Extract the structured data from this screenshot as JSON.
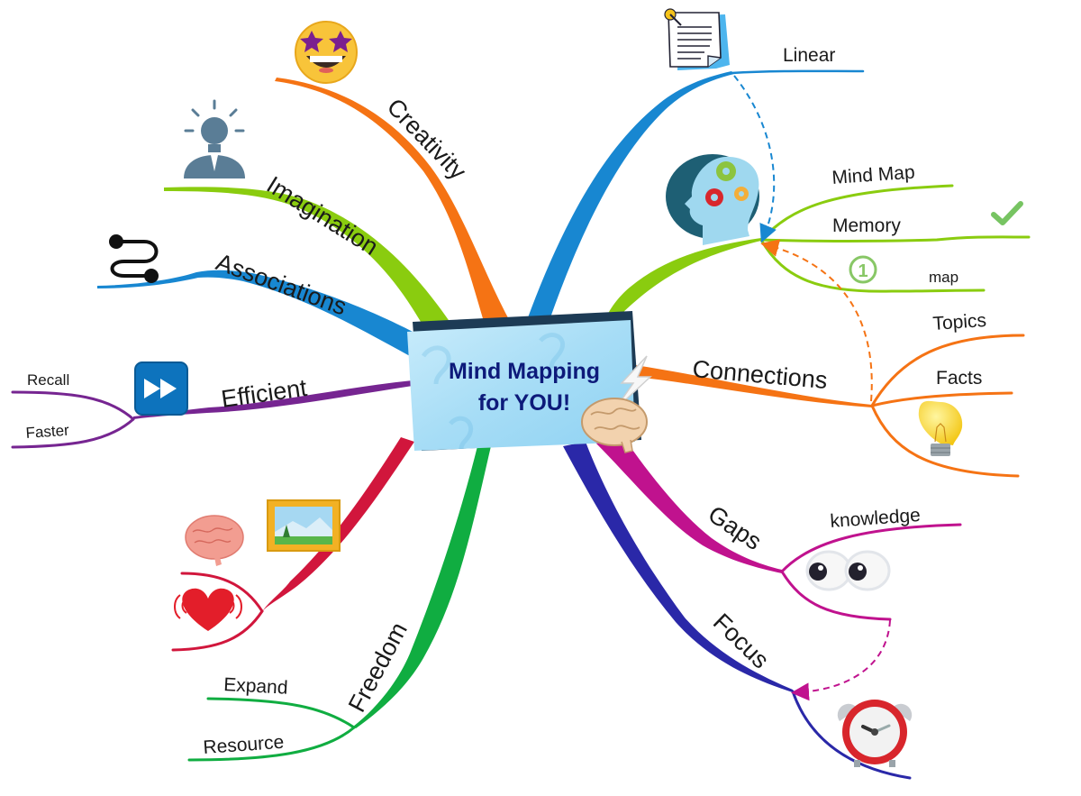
{
  "center": {
    "title_line1": "Mind Mapping",
    "title_line2": "for YOU!",
    "icons": [
      "lightning-icon",
      "brain-icon"
    ]
  },
  "branches": [
    {
      "id": "creativity",
      "label": "Creativity",
      "color": "#f57314",
      "icon": "star-struck-emoji-icon",
      "children": []
    },
    {
      "id": "imagination",
      "label": "Imagination",
      "color": "#8acc0f",
      "icon": "lightbulb-person-icon",
      "children": []
    },
    {
      "id": "associations",
      "label": "Associations",
      "color": "#1887d1",
      "icon": "connector-path-icon",
      "children": []
    },
    {
      "id": "efficient",
      "label": "Efficient",
      "color": "#762591",
      "icon": "fast-forward-icon",
      "children": [
        {
          "label": "Recall"
        },
        {
          "label": "Faster"
        }
      ]
    },
    {
      "id": "emotion",
      "label": "",
      "color": "#d1163c",
      "icon": "brain-heart-picture-icons",
      "children": []
    },
    {
      "id": "freedom",
      "label": "Freedom",
      "color": "#10ad41",
      "icon": "",
      "children": [
        {
          "label": "Expand"
        },
        {
          "label": "Resource"
        }
      ]
    },
    {
      "id": "focus",
      "label": "Focus",
      "color": "#2a28a8",
      "icon": "alarm-clock-icon",
      "children": []
    },
    {
      "id": "gaps",
      "label": "Gaps",
      "color": "#c0128e",
      "icon": "eyes-icon",
      "children": [
        {
          "label": "knowledge"
        }
      ]
    },
    {
      "id": "connections",
      "label": "Connections",
      "color": "#f57314",
      "icon": "lightbulb-icon",
      "children": [
        {
          "label": "Topics"
        },
        {
          "label": "Facts"
        }
      ]
    },
    {
      "id": "memory",
      "label": "",
      "color": "#8acc0f",
      "icon": "head-gears-icon",
      "children": [
        {
          "label": "Mind Map"
        },
        {
          "label": "Memory"
        },
        {
          "label": "map"
        }
      ]
    },
    {
      "id": "linear",
      "label": "",
      "color": "#1887d1",
      "icon": "notepad-icon",
      "children": [
        {
          "label": "Linear"
        }
      ]
    }
  ],
  "annotations": {
    "checkmark": "checkmark-icon",
    "number_badge": "1"
  }
}
